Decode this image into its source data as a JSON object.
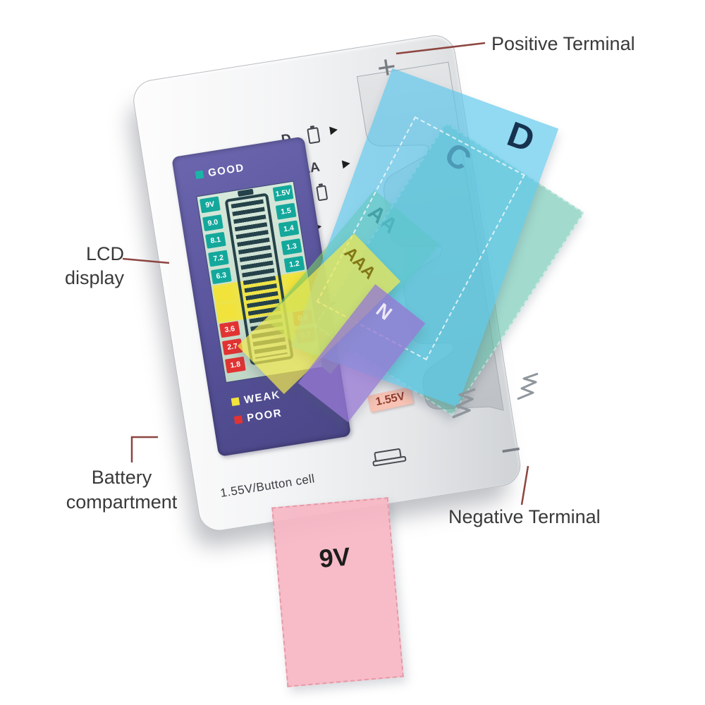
{
  "annotations": {
    "positive_terminal": "Positive Terminal",
    "negative_terminal": "Negative Terminal",
    "lcd_line1": "LCD",
    "lcd_line2": "display",
    "compartment_line1": "Battery",
    "compartment_line2": "compartment"
  },
  "device": {
    "plus": "+",
    "minus": "−",
    "bottom_label": "1.55V/Button cell",
    "button_cell_badge": "1.55V",
    "slots": {
      "d": "D",
      "c_aa": "C·AA",
      "aaa": "AAA",
      "n": "N"
    },
    "lcd": {
      "good": "GOOD",
      "weak": "WEAK",
      "poor": "POOR",
      "rows": [
        {
          "left": "9V",
          "right": "1.5V",
          "zone": "good"
        },
        {
          "left": "9.0",
          "right": "1.5",
          "zone": "good"
        },
        {
          "left": "8.1",
          "right": "1.4",
          "zone": "good"
        },
        {
          "left": "7.2",
          "right": "1.3",
          "zone": "good"
        },
        {
          "left": "6.3",
          "right": "1.2",
          "zone": "good"
        },
        {
          "left": "",
          "right": "",
          "zone": "weak"
        },
        {
          "left": "",
          "right": "",
          "zone": "weak"
        },
        {
          "left": "3.6",
          "right": "0.8",
          "zone": "poor"
        },
        {
          "left": "2.7",
          "right": "0.7",
          "zone": "poor"
        },
        {
          "left": "1.8",
          "right": "",
          "zone": "poor"
        }
      ]
    }
  },
  "overlays": {
    "d": {
      "label": "D",
      "color": "#5ac6eb"
    },
    "c": {
      "label": "C",
      "color": "#55bea5"
    },
    "aa": {
      "label": "AA",
      "color": "#78cd69"
    },
    "aaa": {
      "label": "AAA",
      "color": "#f0e850"
    },
    "n": {
      "label": "N",
      "color": "#9678d2"
    },
    "nine_v": {
      "label": "9V",
      "color": "#f6b6c3"
    }
  },
  "colors": {
    "good": "#14a89c",
    "weak": "#f1e33c",
    "poor": "#e23333",
    "lcd_panel": "#5b56a0",
    "callout_line": "#8d4540"
  }
}
